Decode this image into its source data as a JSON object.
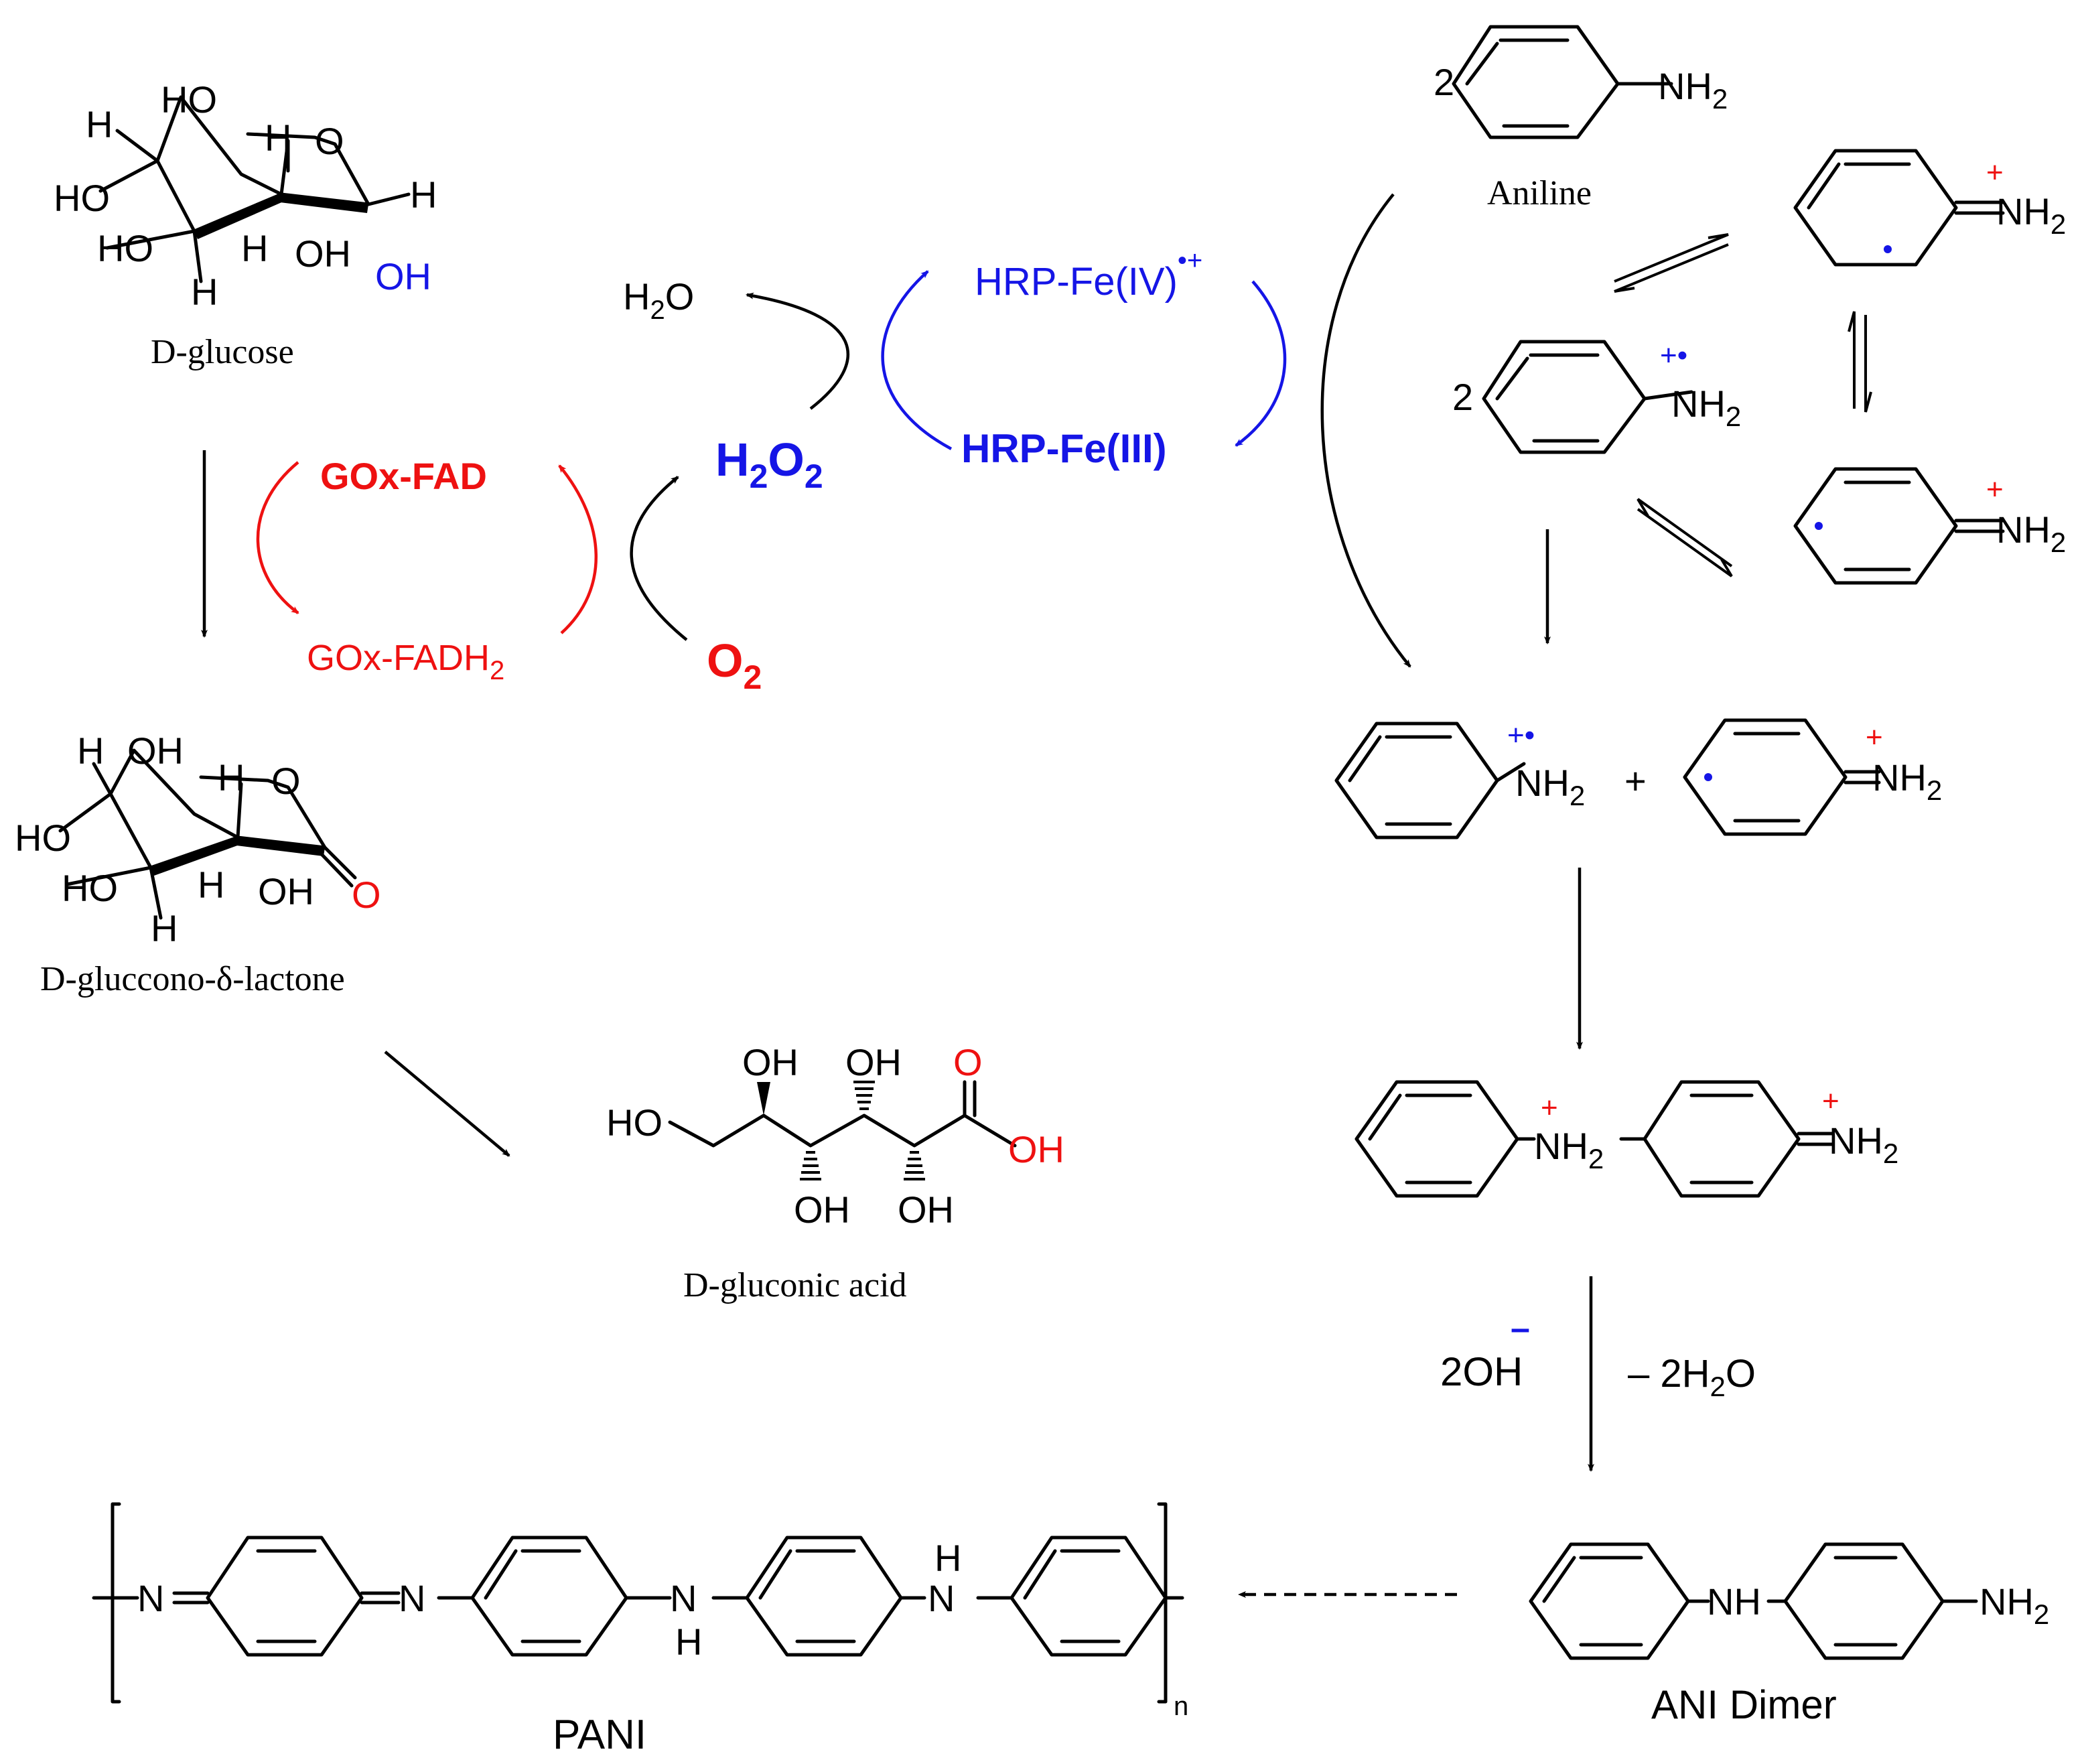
{
  "colors": {
    "black": "#000000",
    "red": "#ee1111",
    "blue": "#1515e6"
  },
  "glucose": {
    "name": "D-glucose",
    "HO_top": "HO",
    "H_left": "H",
    "H_ring": "H",
    "O_ring": "O",
    "H_right": "H",
    "HO_left": "HO",
    "HO_bottom": "HO",
    "H_mid": "H",
    "OH_mid": "OH",
    "H_bottom": "H",
    "OH_anomeric": "OH"
  },
  "lactone": {
    "name": "D-gluccono-δ-lactone",
    "H_top": "H",
    "OH_top": "OH",
    "H_ring": "H",
    "O_ring": "O",
    "HO_left": "HO",
    "HO_bottom": "HO",
    "H_mid": "H",
    "OH_mid": "OH",
    "H_bottom": "H",
    "O_carbonyl": "O"
  },
  "gluconic": {
    "name": "D-gluconic acid",
    "HO_end": "HO",
    "OH_1": "OH",
    "OH_2": "OH",
    "OH_3": "OH",
    "OH_4": "OH",
    "O_acid": "O",
    "OH_acid": "OH"
  },
  "gox": {
    "fad": "GOx-FAD",
    "fadh2": "GOx-FADH",
    "sub": "2"
  },
  "oxygen": {
    "symbol": "O",
    "sub": "2"
  },
  "peroxide": {
    "h": "H",
    "o": "O",
    "sub": "2"
  },
  "water": {
    "h": "H",
    "sub": "2",
    "o": "O"
  },
  "hrp": {
    "fe4": "HRP-Fe(IV)",
    "fe4_charge": "•+",
    "fe3": "HRP-Fe(III)"
  },
  "aniline": {
    "name": "Aniline",
    "coef": "2",
    "nh2": "NH",
    "sub": "2",
    "radical_coef": "2",
    "radical_charge": "+•",
    "plus": "+",
    "dot": "•"
  },
  "conditions": {
    "base": "2OH",
    "base_charge": "–",
    "water_loss": "– 2H",
    "water_sub": "2",
    "water_o": "O"
  },
  "dimer": {
    "nh": "NH",
    "nh2": "NH",
    "sub": "2",
    "name": "ANI Dimer"
  },
  "pani": {
    "n": "N",
    "nh": "N",
    "h": "H",
    "repeat": "n",
    "name": "PANI"
  }
}
